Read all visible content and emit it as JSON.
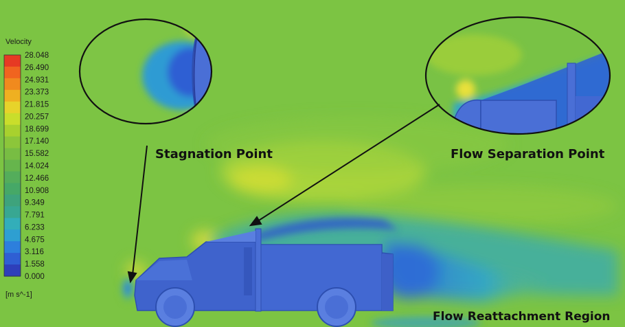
{
  "legend": {
    "title": "Velocity",
    "ticks": [
      "28.048",
      "26.490",
      "24.931",
      "23.373",
      "21.815",
      "20.257",
      "18.699",
      "17.140",
      "15.582",
      "14.024",
      "12.466",
      "10.908",
      "9.349",
      "7.791",
      "6.233",
      "4.675",
      "3.116",
      "1.558",
      "0.000"
    ],
    "unit": "[m s^-1]",
    "colors": [
      "#e63a23",
      "#f0641f",
      "#f08a1e",
      "#efb021",
      "#e7d32a",
      "#c9de2b",
      "#a8d12e",
      "#8cc63a",
      "#78bd43",
      "#66b54c",
      "#54ad5b",
      "#46a867",
      "#3ea37c",
      "#38a792",
      "#33aeb9",
      "#2e9fd1",
      "#2d7fdc",
      "#2f5fd3",
      "#2e3fba"
    ]
  },
  "annotations": {
    "stagnation": "Stagnation Point",
    "separation": "Flow Separation Point",
    "reattachment": "Flow Reattachment Region"
  },
  "field": {
    "background": "#7cc443",
    "truck_color": "#3f63cc"
  }
}
